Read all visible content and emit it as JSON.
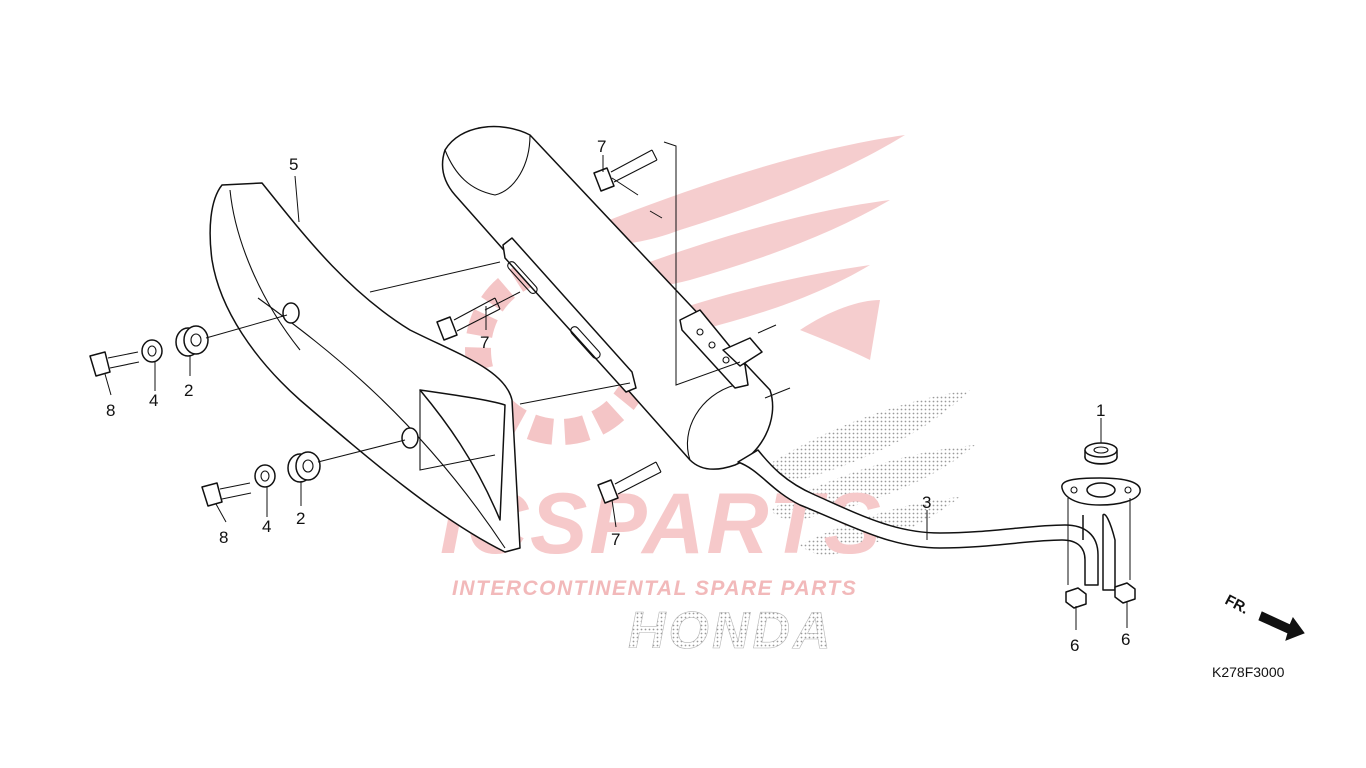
{
  "diagram": {
    "drawing_code": "K278F3000",
    "direction_label": "FR.",
    "callouts": [
      {
        "id": "c1",
        "label": "1"
      },
      {
        "id": "c2a",
        "label": "2"
      },
      {
        "id": "c2b",
        "label": "2"
      },
      {
        "id": "c3",
        "label": "3"
      },
      {
        "id": "c4a",
        "label": "4"
      },
      {
        "id": "c4b",
        "label": "4"
      },
      {
        "id": "c5",
        "label": "5"
      },
      {
        "id": "c6a",
        "label": "6"
      },
      {
        "id": "c6b",
        "label": "6"
      },
      {
        "id": "c7a",
        "label": "7"
      },
      {
        "id": "c7b",
        "label": "7"
      },
      {
        "id": "c7c",
        "label": "7"
      },
      {
        "id": "c8a",
        "label": "8"
      },
      {
        "id": "c8b",
        "label": "8"
      }
    ]
  },
  "watermark": {
    "brand_text": "ICSPARTS",
    "tagline": "INTERCONTINENTAL SPARE PARTS",
    "oem_text": "HONDA",
    "accent_color": "#e8393c",
    "dot_color": "#9a9a9a"
  }
}
